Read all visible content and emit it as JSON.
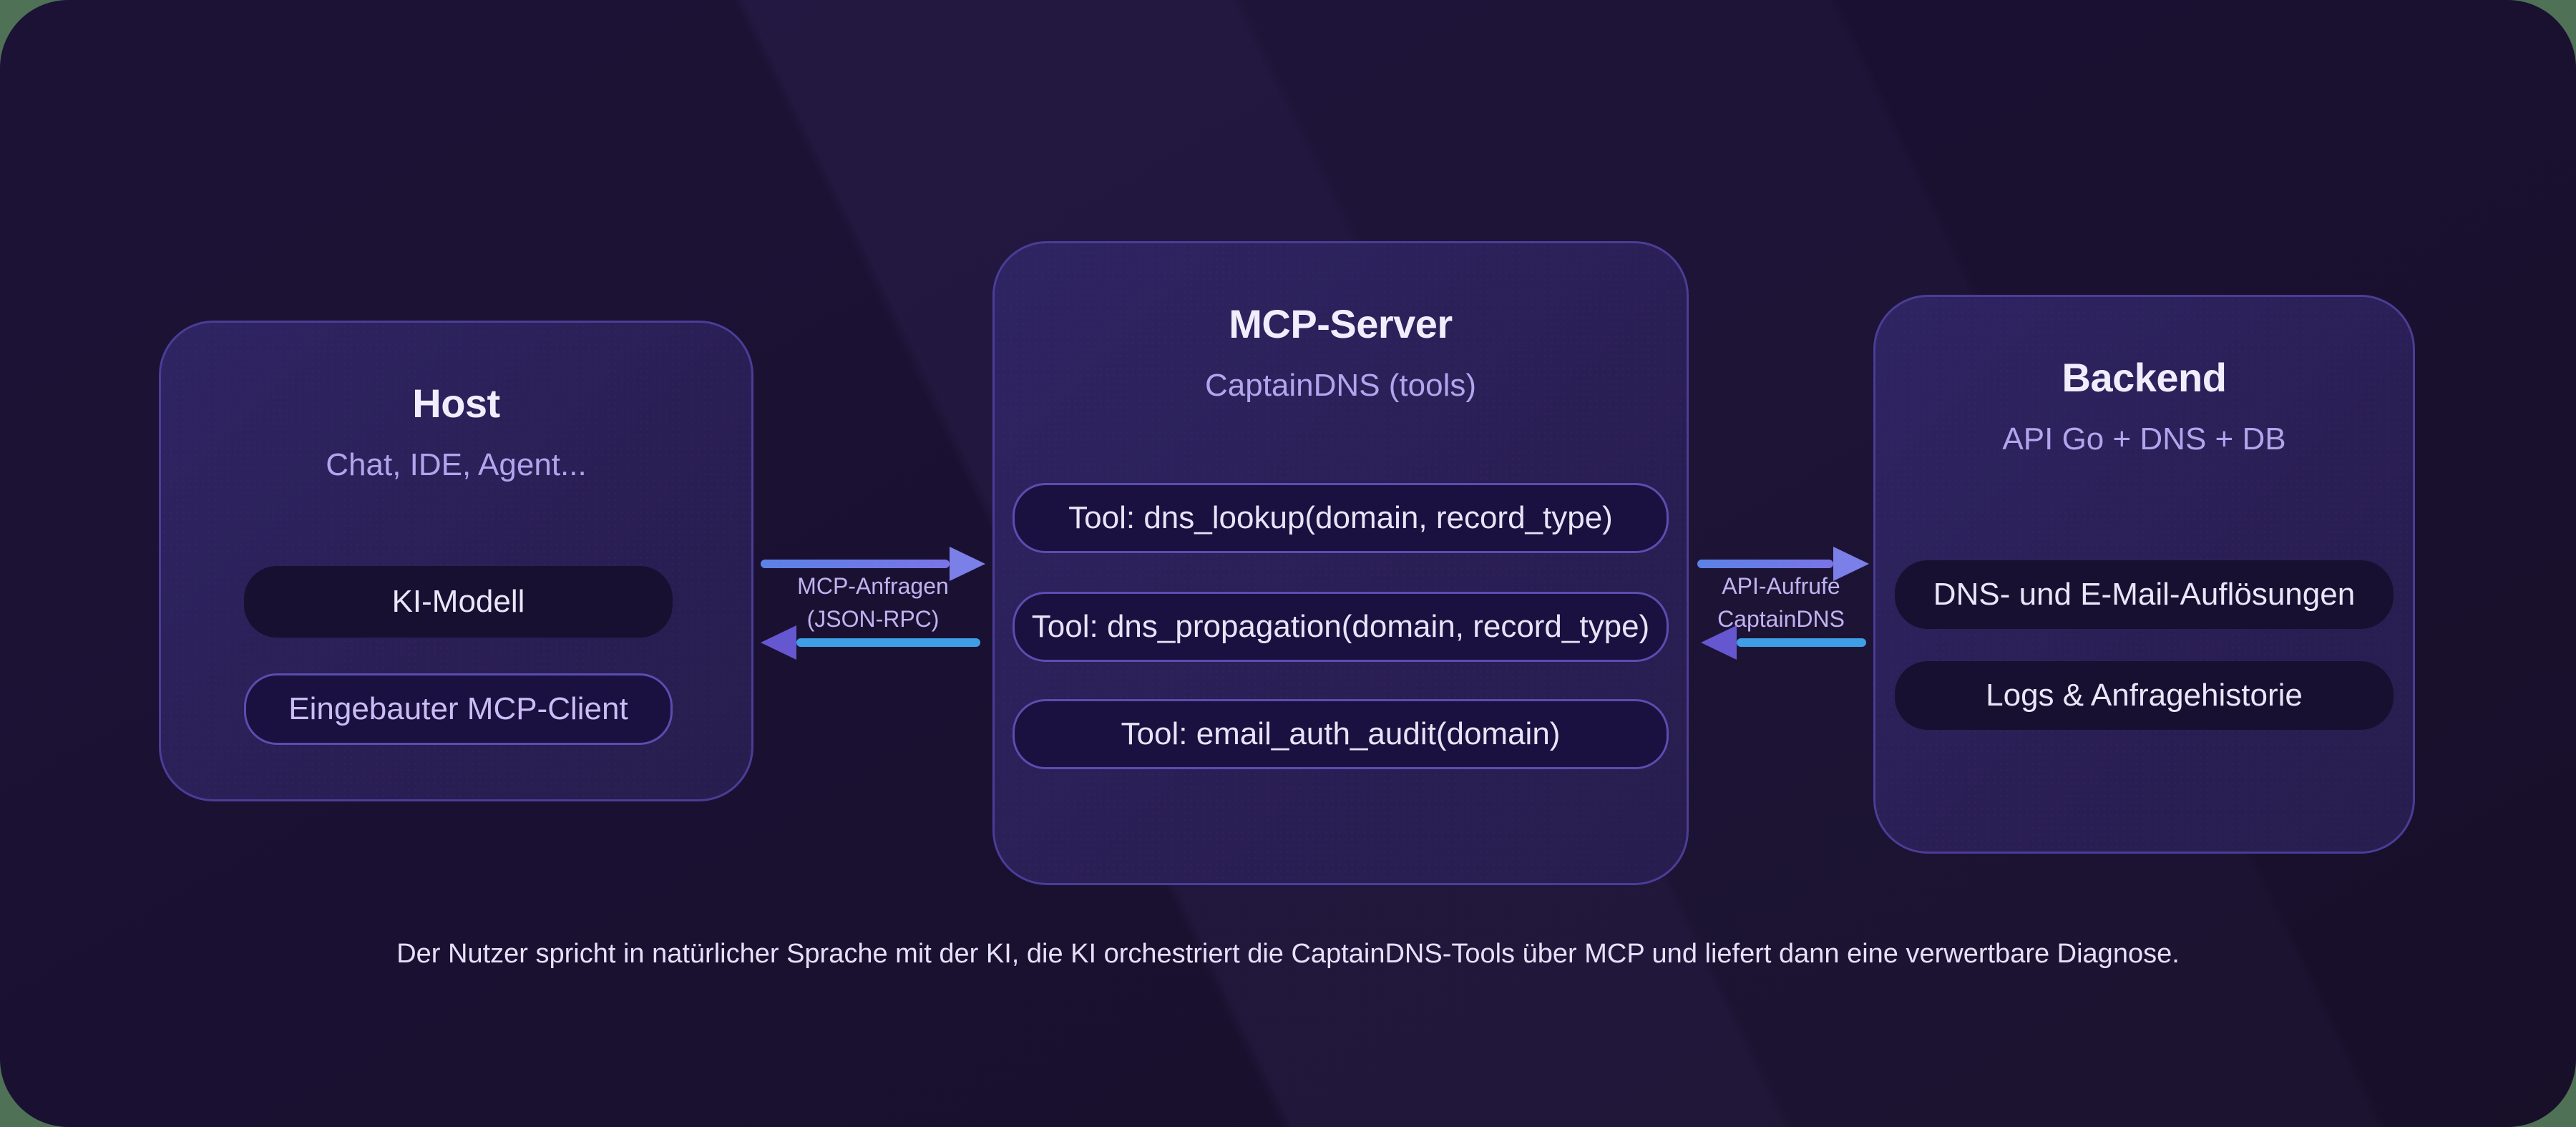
{
  "diagram": {
    "nodes": [
      {
        "id": "host",
        "title": "Host",
        "subtitle": "Chat, IDE, Agent...",
        "pills": [
          {
            "label": "KI-Modell"
          },
          {
            "label": "Eingebauter MCP-Client"
          }
        ]
      },
      {
        "id": "mcp-server",
        "title": "MCP-Server",
        "subtitle": "CaptainDNS (tools)",
        "pills": [
          {
            "label": "Tool: dns_lookup(domain, record_type)"
          },
          {
            "label": "Tool: dns_propagation(domain, record_type)"
          },
          {
            "label": "Tool: email_auth_audit(domain)"
          }
        ]
      },
      {
        "id": "backend",
        "title": "Backend",
        "subtitle": "API Go + DNS + DB",
        "pills": [
          {
            "label": "DNS- und E-Mail-Auflösungen"
          },
          {
            "label": "Logs & Anfragehistorie"
          }
        ]
      }
    ],
    "connectors": [
      {
        "label_line1": "MCP-Anfragen",
        "label_line2": "(JSON-RPC)",
        "forward_icon": "arrow-right-icon",
        "back_icon": "arrow-left-icon"
      },
      {
        "label_line1": "API-Aufrufe",
        "label_line2": "CaptainDNS",
        "forward_icon": "arrow-right-icon",
        "back_icon": "arrow-left-icon"
      }
    ],
    "caption": "Der Nutzer spricht in natürlicher Sprache mit der KI, die KI orchestriert die CaptainDNS-Tools über MCP und liefert dann eine verwertbare Diagnose."
  },
  "colors": {
    "page_background": "#4f7256",
    "canvas_background": "#1a1132",
    "node_background": "#2a1f55",
    "node_border": "#4b3d97",
    "pill_dark_background": "#171030",
    "pill_outline": "#5b4db0",
    "title_text": "#f1edfc",
    "subtitle_text": "#b2a5ee",
    "connector_label_text": "#bfb3f2",
    "arrow_forward_purple": "#7b80e8",
    "arrow_back_blue": "#3f9fe6",
    "arrow_back_head_purple": "#6557d0",
    "caption_text": "#e5e0f7"
  }
}
